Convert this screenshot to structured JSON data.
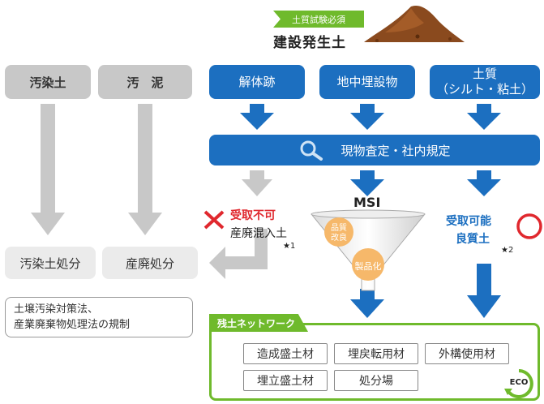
{
  "header": {
    "badge": "土質試験必須",
    "title": "建設発生土"
  },
  "gray_sources": [
    "汚染土",
    "汚　泥"
  ],
  "blue_sources": [
    {
      "label_line1": "解体跡",
      "label_line2": ""
    },
    {
      "label_line1": "地中埋設物",
      "label_line2": ""
    },
    {
      "label_line1": "土質",
      "label_line2": "（シルト・粘土）"
    }
  ],
  "assessment": "現物査定・社内規定",
  "rejected": {
    "status": "受取不可",
    "label": "産廃混入土",
    "note": "★1"
  },
  "msi": {
    "title": "MSI",
    "bubble1": "品質\n改良",
    "bubble2": "製品化"
  },
  "accepted": {
    "status": "受取可能",
    "label": "良質土",
    "note": "★2"
  },
  "disposals": [
    "汚染土処分",
    "産廃処分"
  ],
  "regulation_note": [
    "土壌汚染対策法、",
    "産業廃棄物処理法の規制"
  ],
  "network": {
    "title": "残土ネットワーク",
    "items": [
      "造成盛土材",
      "埋戻転用材",
      "外構使用材",
      "埋立盛土材",
      "処分場"
    ],
    "eco_badge": "ECO"
  },
  "colors": {
    "blue": "#1c6fc0",
    "gray": "#c8c8c8",
    "green": "#6fba2c",
    "red": "#e0282e"
  }
}
